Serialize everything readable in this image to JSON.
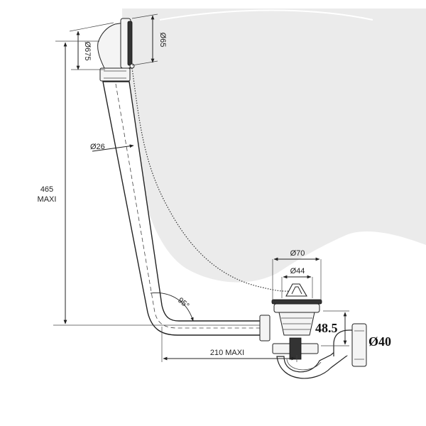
{
  "labels": {
    "overflow_outer_dia": "Ø675",
    "overflow_inner_dia": "Ø65",
    "pipe_dia": "Ø26",
    "height_value": "465",
    "height_suffix": "MAXI",
    "waste_outer_dia": "Ø70",
    "waste_inner_dia": "Ø44",
    "angle": "95°",
    "waste_height": "48.5",
    "outlet_dia": "Ø40",
    "length": "210 MAXI"
  },
  "colors": {
    "bath_shape": "#ebebeb",
    "line": "#222222",
    "pipe_fill": "#ffffff"
  }
}
